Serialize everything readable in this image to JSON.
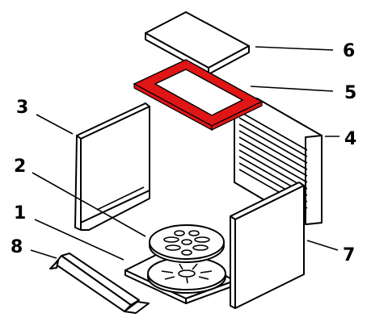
{
  "callouts": [
    {
      "id": "1",
      "text": "1"
    },
    {
      "id": "2",
      "text": "2"
    },
    {
      "id": "3",
      "text": "3"
    },
    {
      "id": "4",
      "text": "4"
    },
    {
      "id": "5",
      "text": "5"
    },
    {
      "id": "6",
      "text": "6"
    },
    {
      "id": "7",
      "text": "7"
    },
    {
      "id": "8",
      "text": "8"
    }
  ],
  "colors": {
    "highlight": "#e01515",
    "outline": "#000000",
    "fill": "#ffffff"
  }
}
